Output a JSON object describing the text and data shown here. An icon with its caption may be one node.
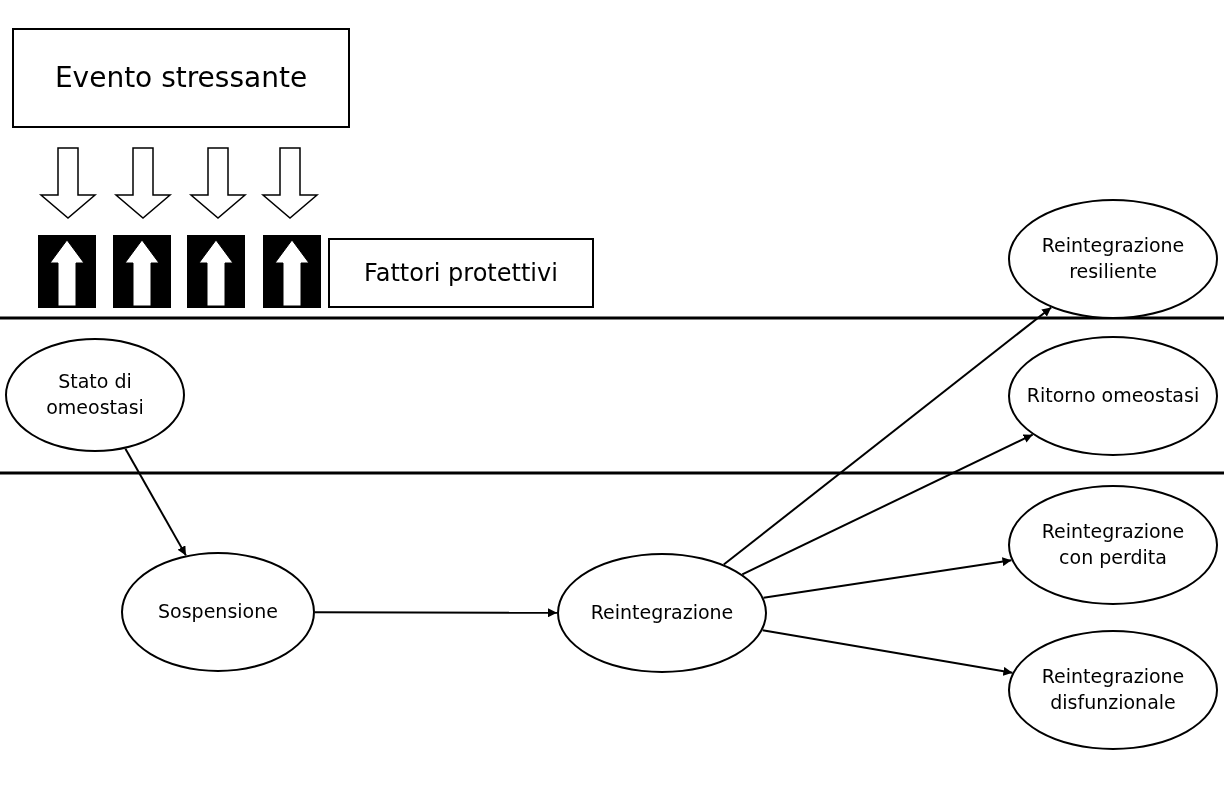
{
  "diagram": {
    "nodes": [
      {
        "text": [
          "Evento stressante"
        ]
      },
      {
        "text": [
          "Fattori protettivi"
        ]
      },
      {
        "text": [
          "Stato di omeostasi"
        ]
      },
      {
        "text": [
          "Sospensione"
        ]
      },
      {
        "text": [
          "Reintegrazione"
        ]
      },
      {
        "text": [
          "Reintegrazione resiliente"
        ]
      },
      {
        "text": [
          "Ritorno omeostasi"
        ]
      },
      {
        "text": [
          "Reintegrazione con perdita"
        ]
      },
      {
        "text": [
          "Reintegrazione disfunzionale"
        ]
      }
    ],
    "edges": [
      {
        "from": 2,
        "to": 3,
        "arrow": "to"
      },
      {
        "from": 3,
        "to": 4,
        "arrow": "to"
      },
      {
        "from": 4,
        "to": 5,
        "arrow": "to"
      },
      {
        "from": 4,
        "to": 6,
        "arrow": "to"
      },
      {
        "from": 4,
        "to": 7,
        "arrow": "to"
      },
      {
        "from": 4,
        "to": 8,
        "arrow": "to"
      }
    ]
  }
}
